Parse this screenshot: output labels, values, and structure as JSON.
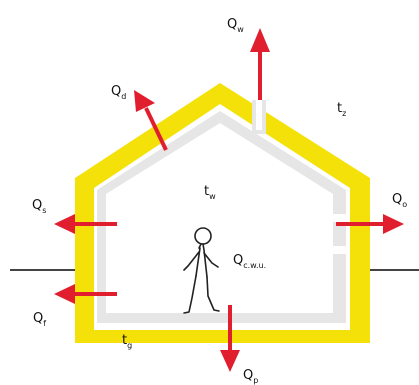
{
  "colors": {
    "insulation": "#f5e10a",
    "inner_wall": "#e6e6e6",
    "arrow": "#e01e2e",
    "ground_line": "#444444",
    "figure": "#222222"
  },
  "labels": {
    "q_w": {
      "main": "Q",
      "sub": "w"
    },
    "q_d": {
      "main": "Q",
      "sub": "d"
    },
    "t_z": {
      "main": "t",
      "sub": "z"
    },
    "t_w": {
      "main": "t",
      "sub": "w"
    },
    "q_s": {
      "main": "Q",
      "sub": "s"
    },
    "q_o": {
      "main": "Q",
      "sub": "o"
    },
    "q_cwu": {
      "main": "Q",
      "sub": "c.w.u."
    },
    "q_f": {
      "main": "Q",
      "sub": "f"
    },
    "t_g": {
      "main": "t",
      "sub": "g"
    },
    "q_p": {
      "main": "Q",
      "sub": "p"
    }
  },
  "icons": {
    "person": "person-icon"
  }
}
